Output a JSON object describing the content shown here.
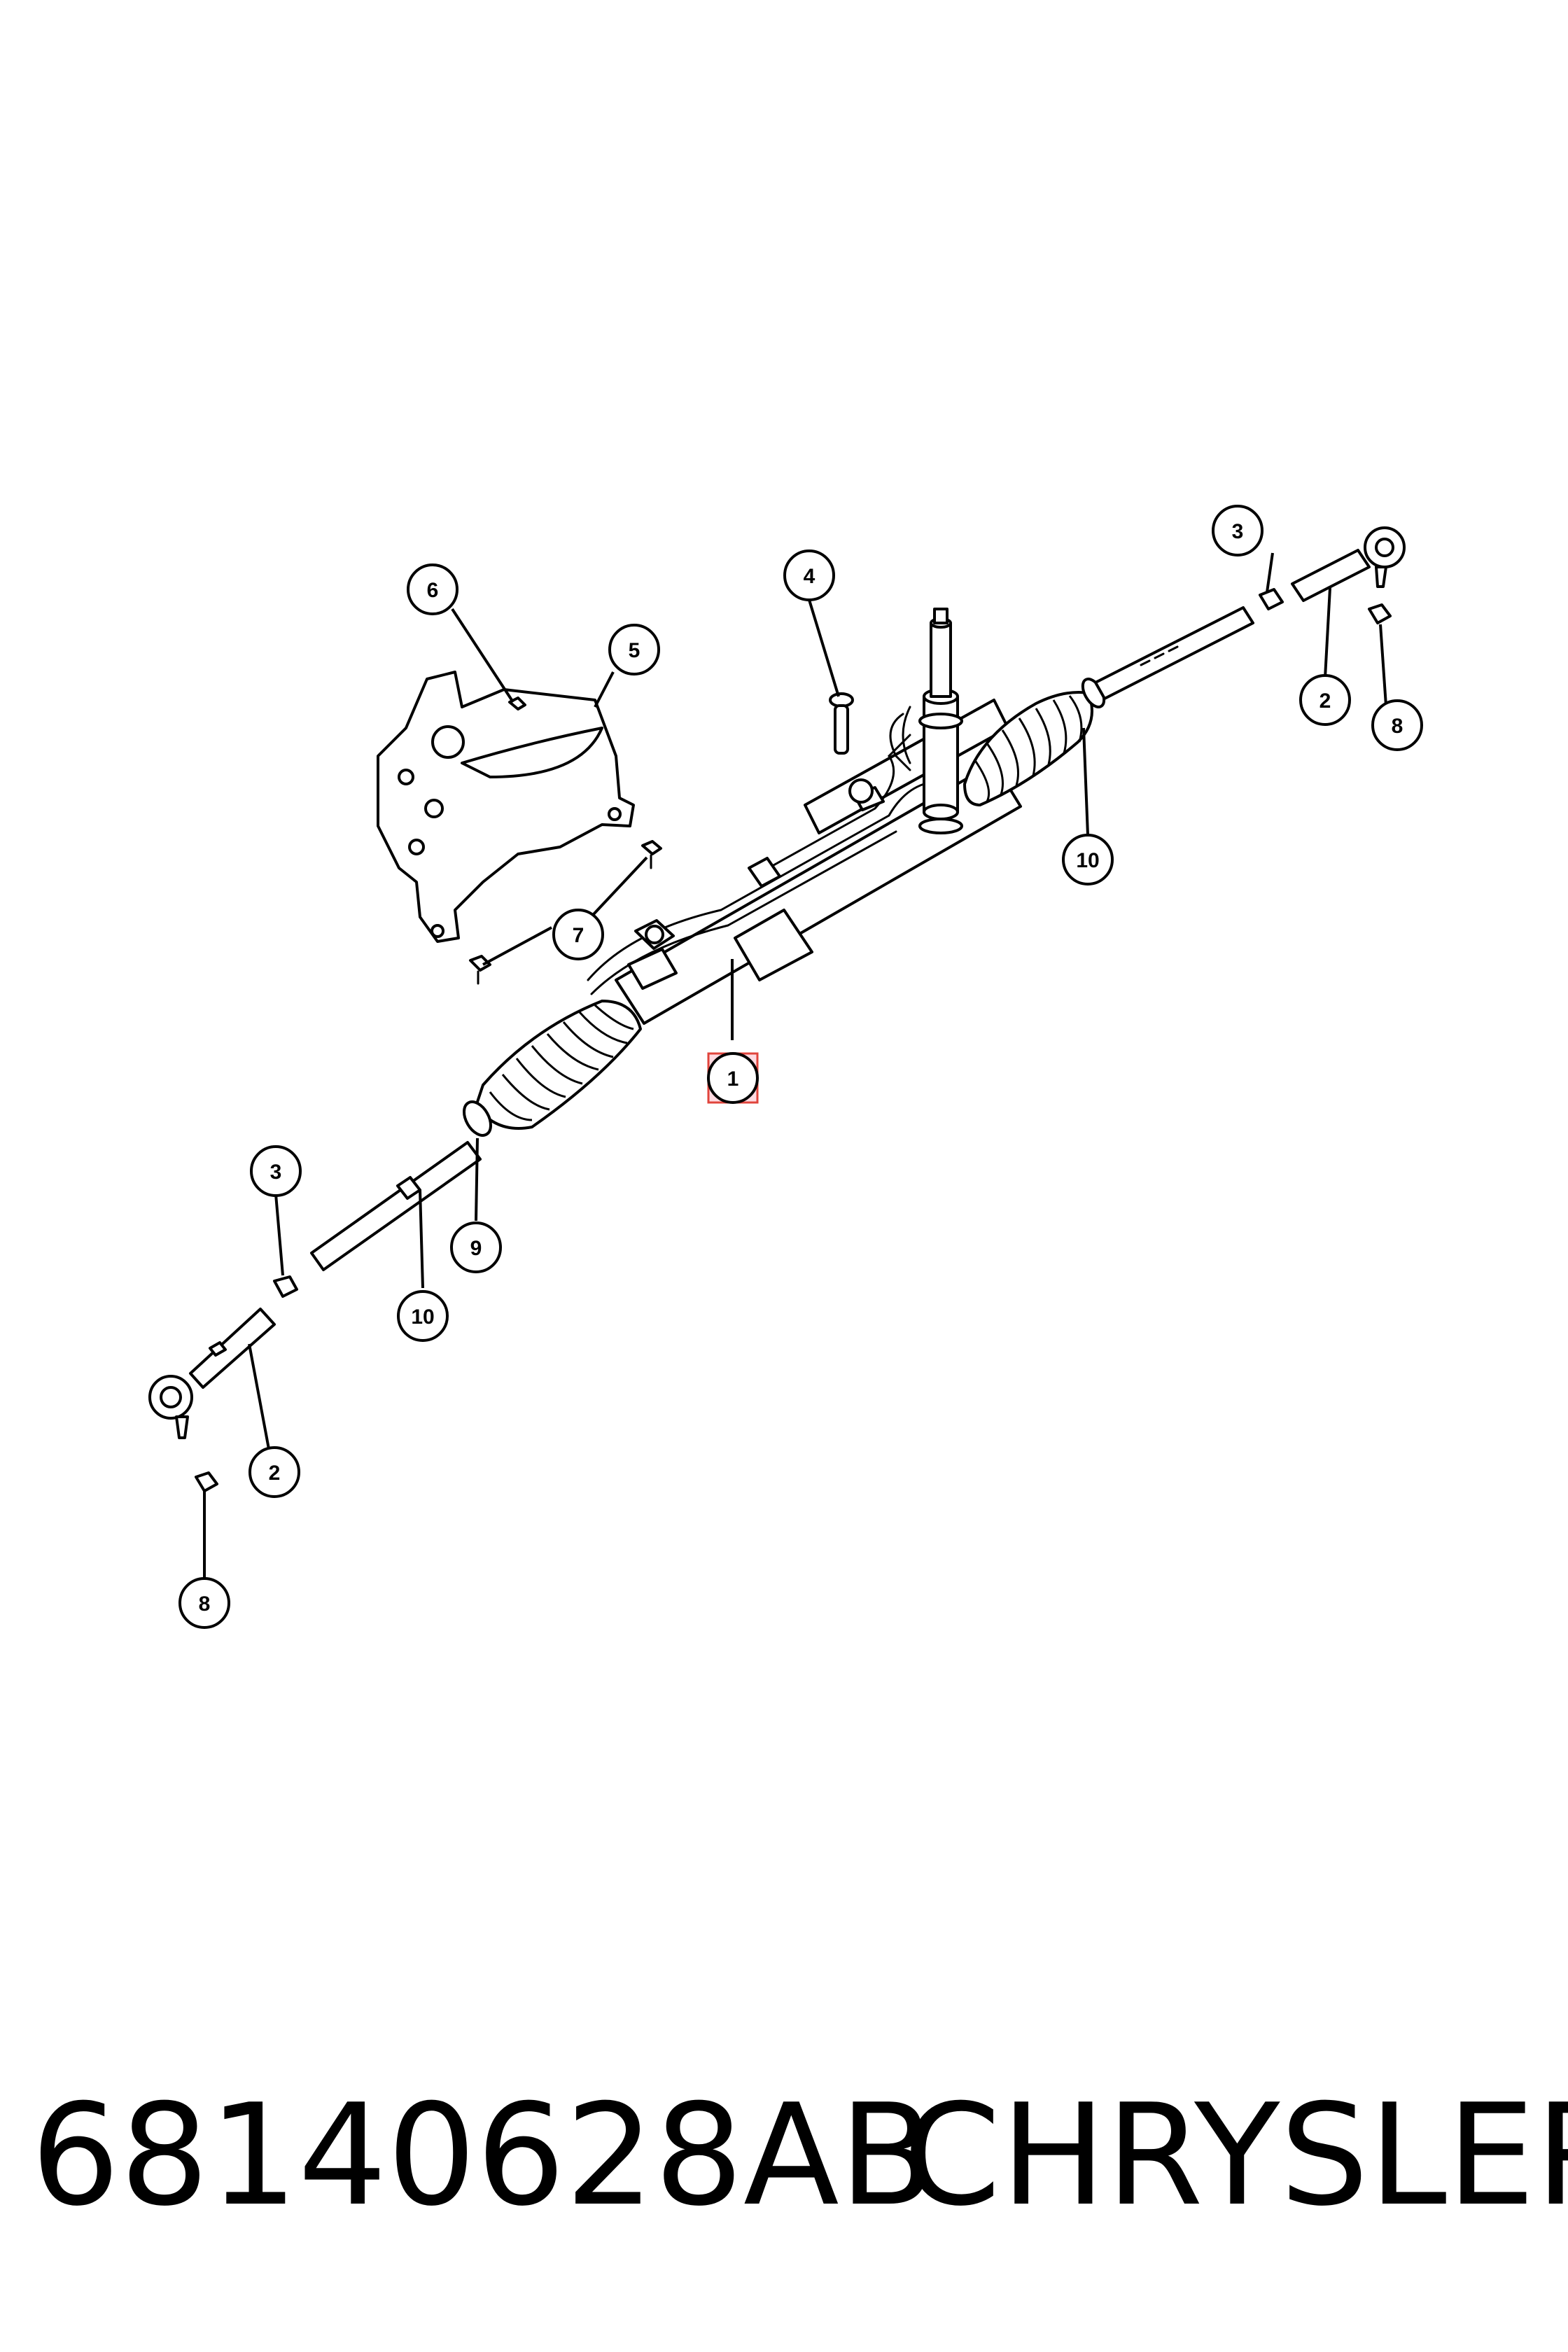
{
  "footer": {
    "part_number": "68140628AB",
    "brand": "CHRYSLER"
  },
  "highlighted_callout": "1",
  "callouts": [
    "1",
    "2",
    "2",
    "3",
    "3",
    "4",
    "5",
    "6",
    "7",
    "8",
    "8",
    "9",
    "10",
    "10"
  ],
  "colors": {
    "line": "#000000",
    "highlight_fill": "#f8c8d0",
    "highlight_stroke": "#e0443c"
  }
}
